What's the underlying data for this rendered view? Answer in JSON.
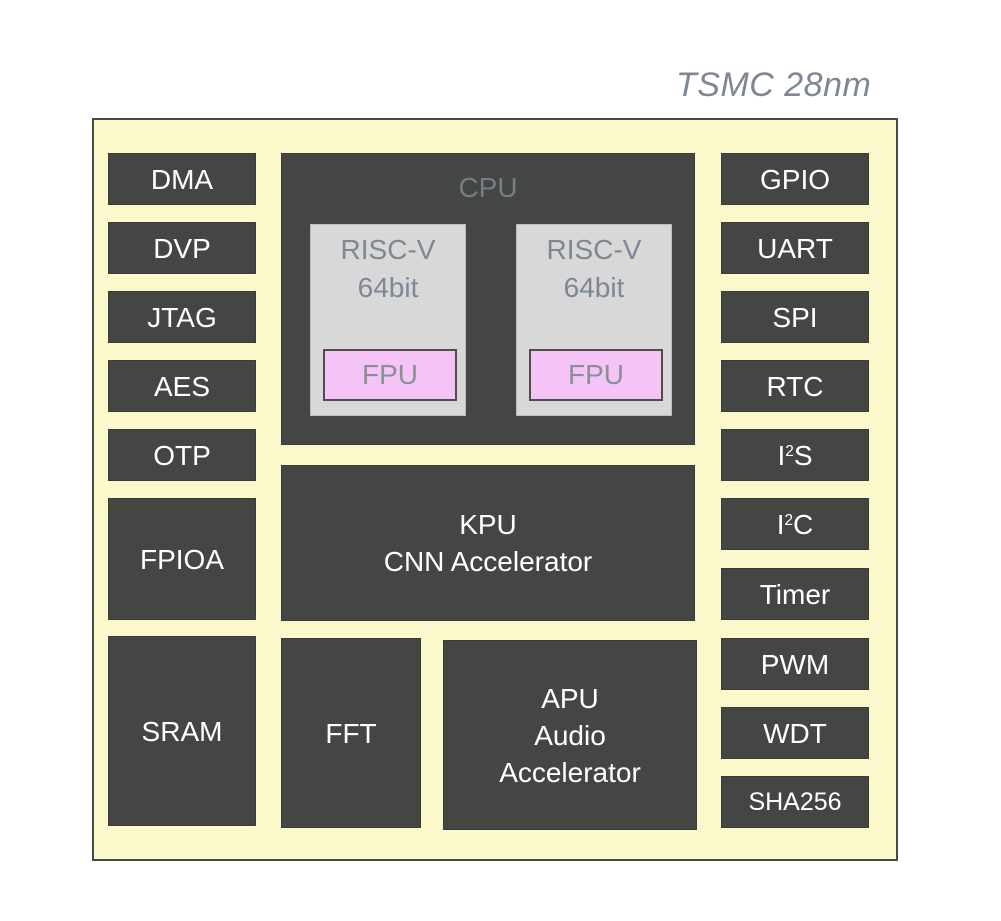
{
  "process_label": "TSMC 28nm",
  "left_blocks": {
    "dma": "DMA",
    "dvp": "DVP",
    "jtag": "JTAG",
    "aes": "AES",
    "otp": "OTP",
    "fpioa": "FPIOA",
    "sram": "SRAM"
  },
  "cpu": {
    "title": "CPU",
    "cores": [
      {
        "line1": "RISC-V",
        "line2": "64bit",
        "fpu": "FPU"
      },
      {
        "line1": "RISC-V",
        "line2": "64bit",
        "fpu": "FPU"
      }
    ]
  },
  "kpu": {
    "line1": "KPU",
    "line2": "CNN Accelerator"
  },
  "fft": "FFT",
  "apu": {
    "line1": "APU",
    "line2": "Audio",
    "line3": "Accelerator"
  },
  "right_blocks": {
    "gpio": "GPIO",
    "uart": "UART",
    "spi": "SPI",
    "rtc": "RTC",
    "i2s": {
      "prefix": "I",
      "sup": "2",
      "suffix": "S"
    },
    "i2c": {
      "prefix": "I",
      "sup": "2",
      "suffix": "C"
    },
    "timer": "Timer",
    "pwm": "PWM",
    "wdt": "WDT",
    "sha256": "SHA256"
  },
  "colors": {
    "die_background": "#fbf8cc",
    "block_fill": "#444644",
    "core_fill": "#d8d8d8",
    "fpu_fill": "#f6c3f6",
    "muted_text": "#7e8794"
  }
}
